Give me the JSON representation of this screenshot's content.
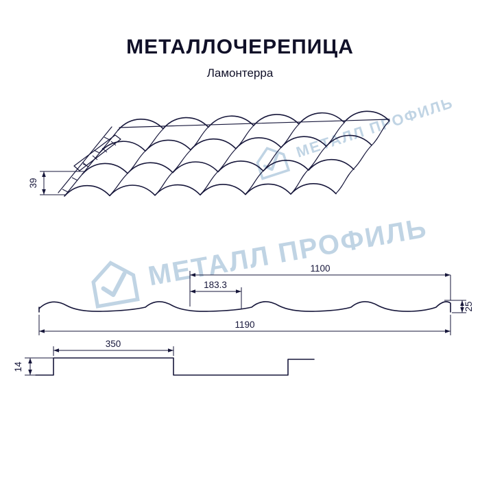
{
  "header": {
    "title": "МЕТАЛЛОЧЕРЕПИЦА",
    "subtitle": "Ламонтерра"
  },
  "watermark": {
    "text": "МЕТАЛЛ ПРОФИЛЬ",
    "color": "#b6cde0"
  },
  "dims": {
    "edge_height": "39",
    "useful_width": "1100",
    "wave_pitch": "183.3",
    "profile_height": "25",
    "overall_width": "1190",
    "module_length": "350",
    "step_height": "14"
  },
  "line_color": "#16163a"
}
